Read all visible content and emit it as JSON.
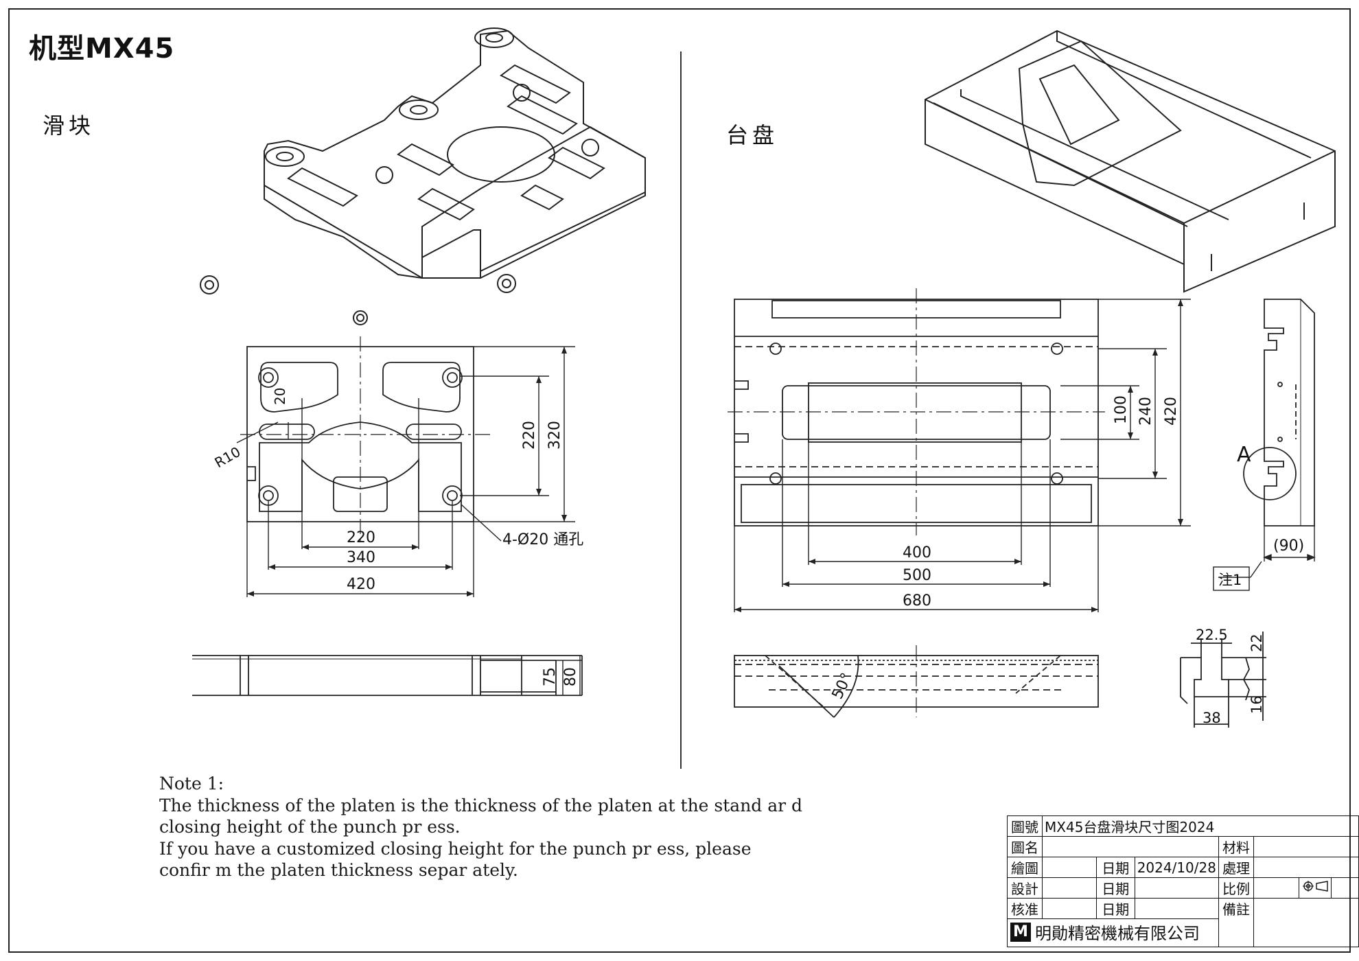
{
  "title": "机型MX45",
  "slider": {
    "label": "滑块",
    "dims": {
      "d20": "20",
      "r10": "R10",
      "d220v": "220",
      "d320": "320",
      "d220h": "220",
      "d340": "340",
      "d420h": "420",
      "holes": "4-Ø20 通孔",
      "d75": "75",
      "d80": "80"
    }
  },
  "platen": {
    "label": "台盘",
    "dims": {
      "d100": "100",
      "d240": "240",
      "d420v": "420",
      "d400": "400",
      "d500": "500",
      "d680": "680",
      "section_a": "A",
      "d90": "(90)",
      "note_ref": "注1",
      "angle": "50°",
      "d22_5": "22.5",
      "d22": "22",
      "d16": "16",
      "d38": "38"
    }
  },
  "note": {
    "heading": "Note 1:",
    "lines": [
      "The thickness of the platen is the thickness of the platen at the stand  ar   d",
      "closing height of the punch pr   ess.",
      "If you have a customized   closing height for    the punch pr   ess, please",
      "confir   m the platen thickness separ   ately."
    ]
  },
  "title_block": {
    "drawing_no_label": "圖號",
    "drawing_no": "MX45台盘滑块尺寸图2024",
    "name_label": "圖名",
    "material_label": "材料",
    "drawn_label": "繪圖",
    "date_label": "日期",
    "date": "2024/10/28",
    "process_label": "處理",
    "design_label": "設計",
    "scale_label": "比例",
    "approve_label": "核准",
    "remarks_label": "備註",
    "company": "明勛精密機械有限公司",
    "logo_letter": "M"
  }
}
